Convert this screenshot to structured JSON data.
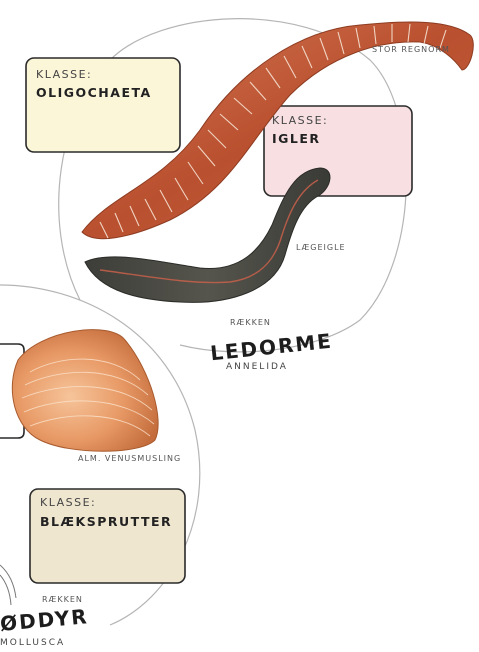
{
  "annelida": {
    "group_label": "RÆKKEN",
    "group_title": "LEDORME",
    "group_latin": "ANNELIDA",
    "class_1": {
      "klasse": "KLASSE:",
      "name": "OLIGOCHAETA"
    },
    "class_2": {
      "klasse": "KLASSE:",
      "name": "IGLER"
    },
    "specimen_worm": "STOR REGNORM",
    "specimen_leech": "LÆGEIGLE"
  },
  "mollusca": {
    "group_label": "RÆKKEN",
    "group_title": "ØDDYR",
    "group_latin": "MOLLUSCA",
    "class_1": {
      "klasse": "KLASSE:",
      "name": "BLÆKSPRUTTER"
    },
    "specimen_clam": "ALM. VENUSMUSLING"
  },
  "colors": {
    "worm": "#c8623f",
    "leech": "#4a4a44",
    "shell": "#e89a66",
    "card_yellow": "#fbf6d8",
    "card_pink": "#f7dfe2",
    "card_beige": "#efe6d0"
  }
}
